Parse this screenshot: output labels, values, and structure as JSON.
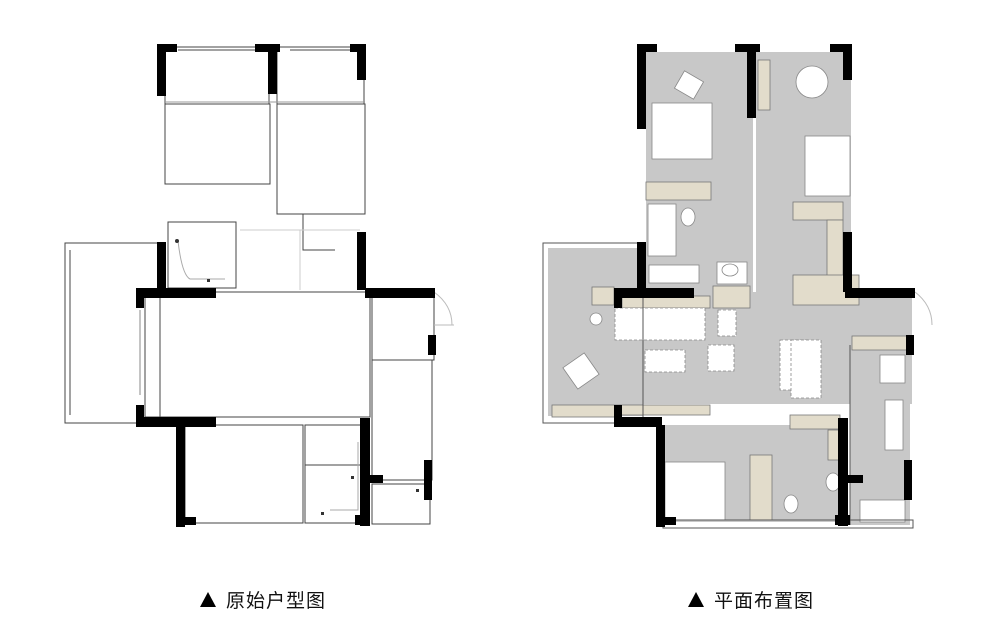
{
  "captions": {
    "original": {
      "marker": "triangle-up",
      "label": "原始户型图"
    },
    "layout": {
      "marker": "triangle-up",
      "label": "平面布置图"
    }
  },
  "colors": {
    "wall": "#000000",
    "floor": "#c8c8c8",
    "cabinet": "#e2dccb",
    "furniture": "#ffffff",
    "background": "#ffffff",
    "line": "#555555"
  },
  "plans": [
    {
      "id": "original",
      "title": "原始户型图",
      "style": "line-drawing"
    },
    {
      "id": "layout",
      "title": "平面布置图",
      "style": "furnished"
    }
  ]
}
